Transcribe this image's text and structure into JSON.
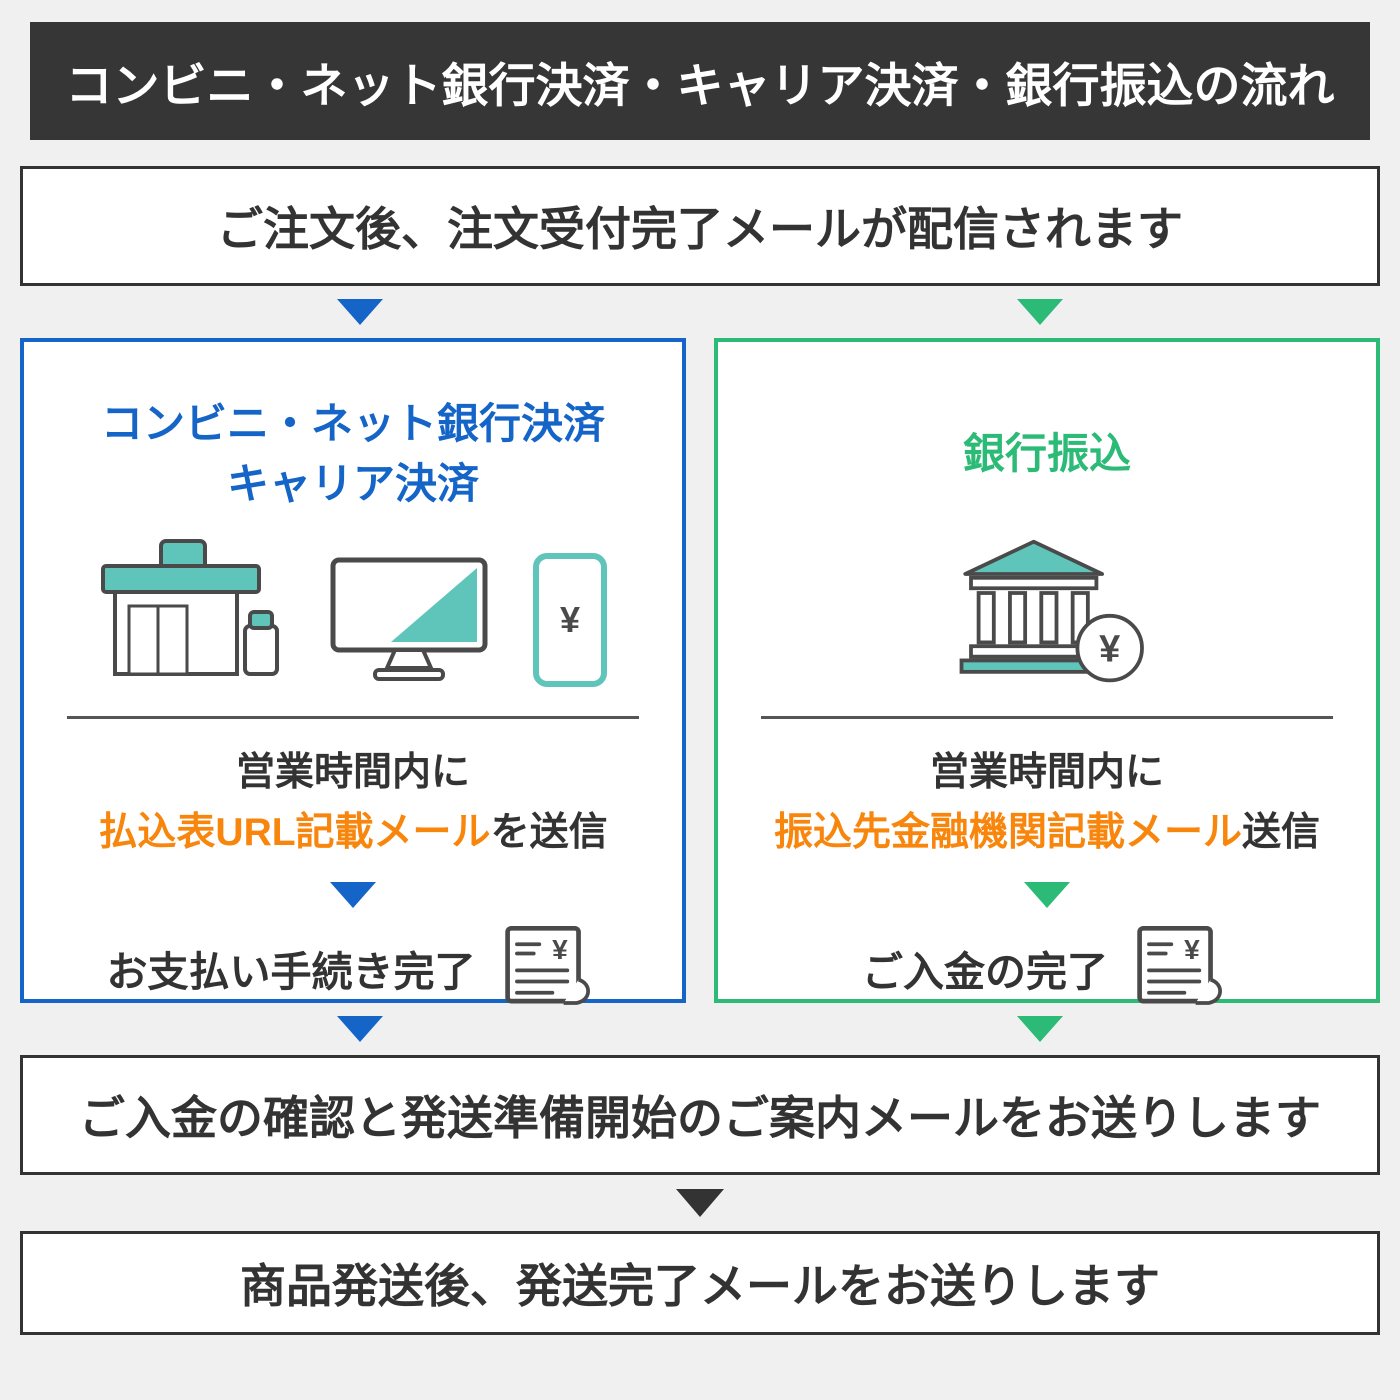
{
  "header": {
    "title": "コンビニ・ネット銀行決済・キャリア決済・銀行振込の流れ"
  },
  "steps": {
    "order_received": "ご注文後、注文受付完了メールが配信されます",
    "payment_confirmed": "ご入金の確認と発送準備開始のご案内メールをお送りします",
    "shipped": "商品発送後、発送完了メールをお送りします"
  },
  "left_panel": {
    "title_line1": "コンビニ・ネット銀行決済",
    "title_line2": "キャリア決済",
    "notice_line1": "営業時間内に",
    "notice_highlight": "払込表URL記載メール",
    "notice_suffix": "を送信",
    "done_label": "お支払い手続き完了",
    "phone_yen": "¥",
    "receipt_yen": "¥"
  },
  "right_panel": {
    "title": "銀行振込",
    "notice_line1": "営業時間内に",
    "notice_highlight": "振込先金融機関記載メール",
    "notice_suffix": "送信",
    "done_label": "ご入金の完了",
    "bank_yen": "¥",
    "receipt_yen": "¥"
  },
  "icons": [
    "convenience-store-icon",
    "desktop-monitor-icon",
    "smartphone-icon",
    "bank-icon",
    "receipt-icon",
    "down-arrow-blue",
    "down-arrow-green",
    "down-arrow-dark"
  ],
  "colors": {
    "blue": "#1565c8",
    "green": "#2cba77",
    "orange": "#f8860d",
    "dark": "#333333",
    "teal": "#5fc4ba",
    "background": "#f0f0f0"
  }
}
